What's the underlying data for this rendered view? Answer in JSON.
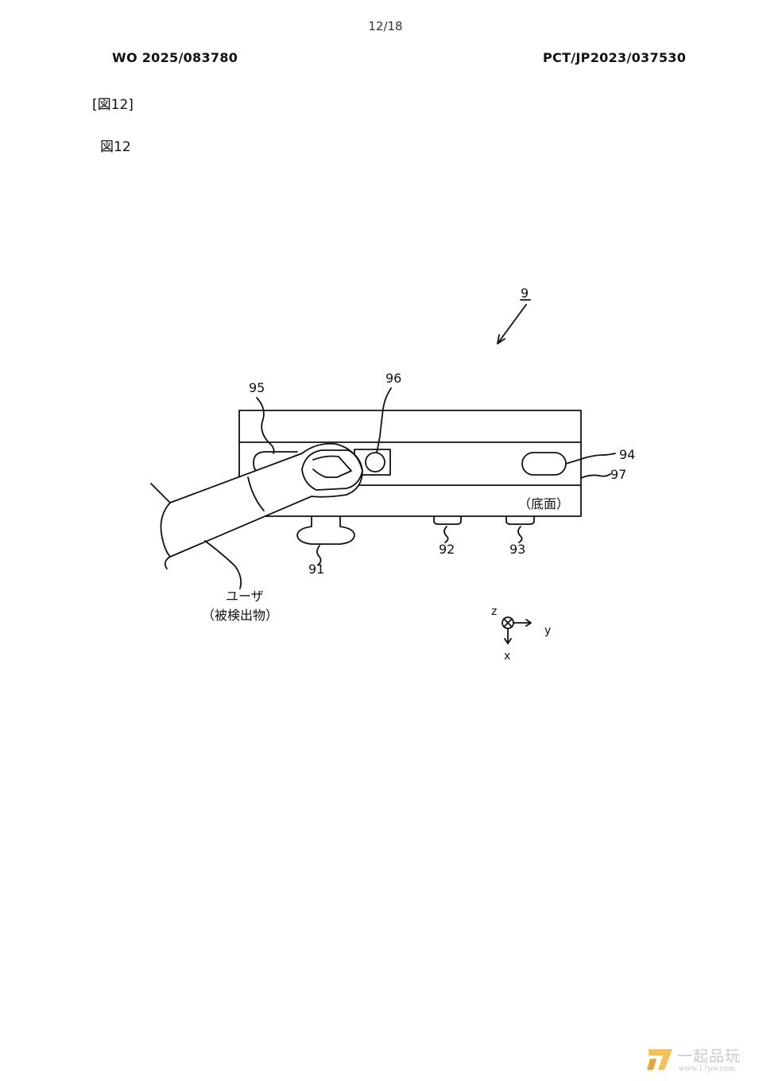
{
  "header": {
    "page_number": "12/18",
    "publication_number": "WO 2025/083780",
    "application_number": "PCT/JP2023/037530"
  },
  "figure": {
    "reference_bracket": "[図12]",
    "title": "図12",
    "device_ref": "9",
    "labels": {
      "l95": "95",
      "l96": "96",
      "l94": "94",
      "l97": "97",
      "l92": "92",
      "l93": "93",
      "l91": "91",
      "bottom_face": "（底面）",
      "user_line1": "ユーザ",
      "user_line2": "（被検出物）"
    },
    "axes": {
      "z": "z",
      "y": "y",
      "x": "x"
    }
  },
  "watermark": {
    "text": "一起品玩",
    "url": "www.17pw.com"
  }
}
